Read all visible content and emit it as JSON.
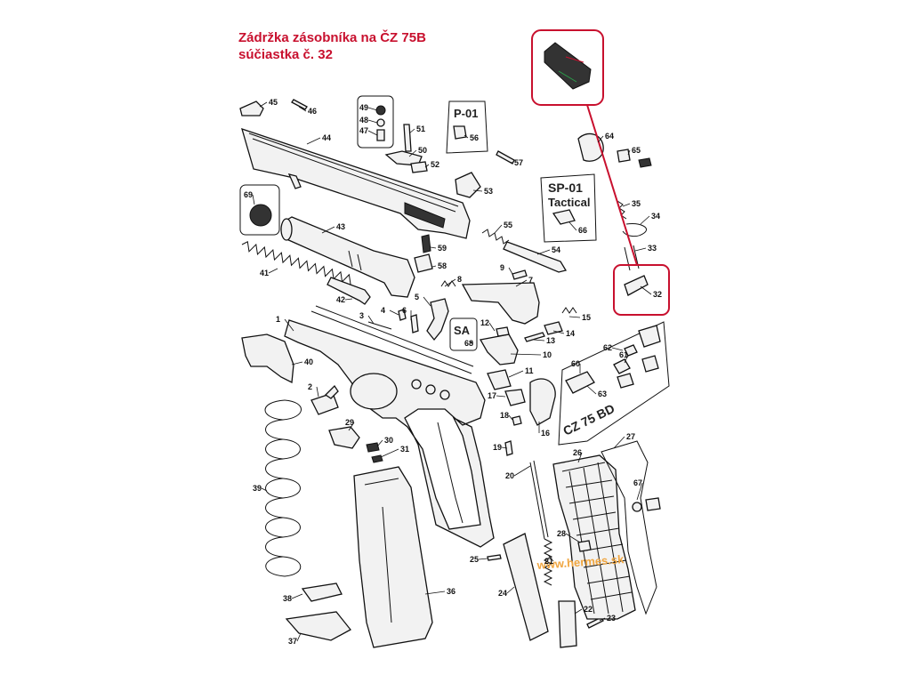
{
  "title": {
    "line1": "Zádržka zásobníka na ČZ 75B",
    "line2": "súčiastka č. 32"
  },
  "watermark": "www.hermes.sk",
  "box_tags": {
    "p01": "P-01",
    "sp01_line1": "SP-01",
    "sp01_line2": "Tactical",
    "sa": "SA",
    "bd": "CZ 75 BD"
  },
  "highlight_color": "#c8102e",
  "part_numbers": [
    "1",
    "2",
    "3",
    "4",
    "5",
    "6",
    "7",
    "8",
    "9",
    "10",
    "11",
    "12",
    "13",
    "14",
    "15",
    "16",
    "17",
    "18",
    "19",
    "20",
    "21",
    "22",
    "23",
    "24",
    "25",
    "26",
    "27",
    "28",
    "29",
    "30",
    "31",
    "32",
    "33",
    "34",
    "35",
    "36",
    "37",
    "38",
    "39",
    "40",
    "41",
    "42",
    "43",
    "44",
    "45",
    "46",
    "47",
    "48",
    "49",
    "50",
    "51",
    "52",
    "53",
    "54",
    "55",
    "56",
    "57",
    "58",
    "59",
    "60",
    "61",
    "62",
    "63",
    "64",
    "65",
    "66",
    "67",
    "68",
    "69"
  ]
}
